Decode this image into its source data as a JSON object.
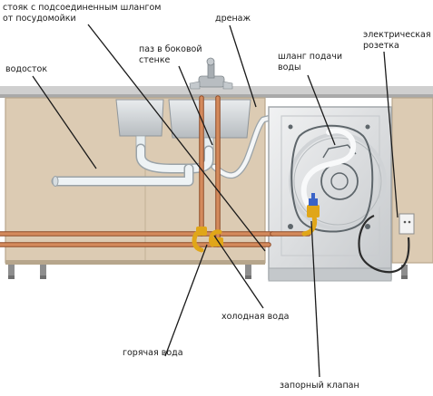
{
  "labels": {
    "riser": "стояк с подсоединенным шлангом\nот посудомойки",
    "drainage": "дренаж",
    "electric_socket": "электрическая\nрозетка",
    "drain_outlet": "водосток",
    "side_wall_slot": "паз в боковой\nстенке",
    "water_supply_hose": "шланг подачи\nводы",
    "cold_water": "холодная вода",
    "hot_water": "горячая вода",
    "shutoff_valve": "запорный клапан"
  },
  "colors": {
    "cabinet": "#dccbb3",
    "countertop": "#c9c9c9",
    "copper_pipe": "#c8794c",
    "valve_fitting": "#e0a619",
    "drain_pipe": "#eef3f5",
    "leader_line": "#1a1a1a"
  }
}
